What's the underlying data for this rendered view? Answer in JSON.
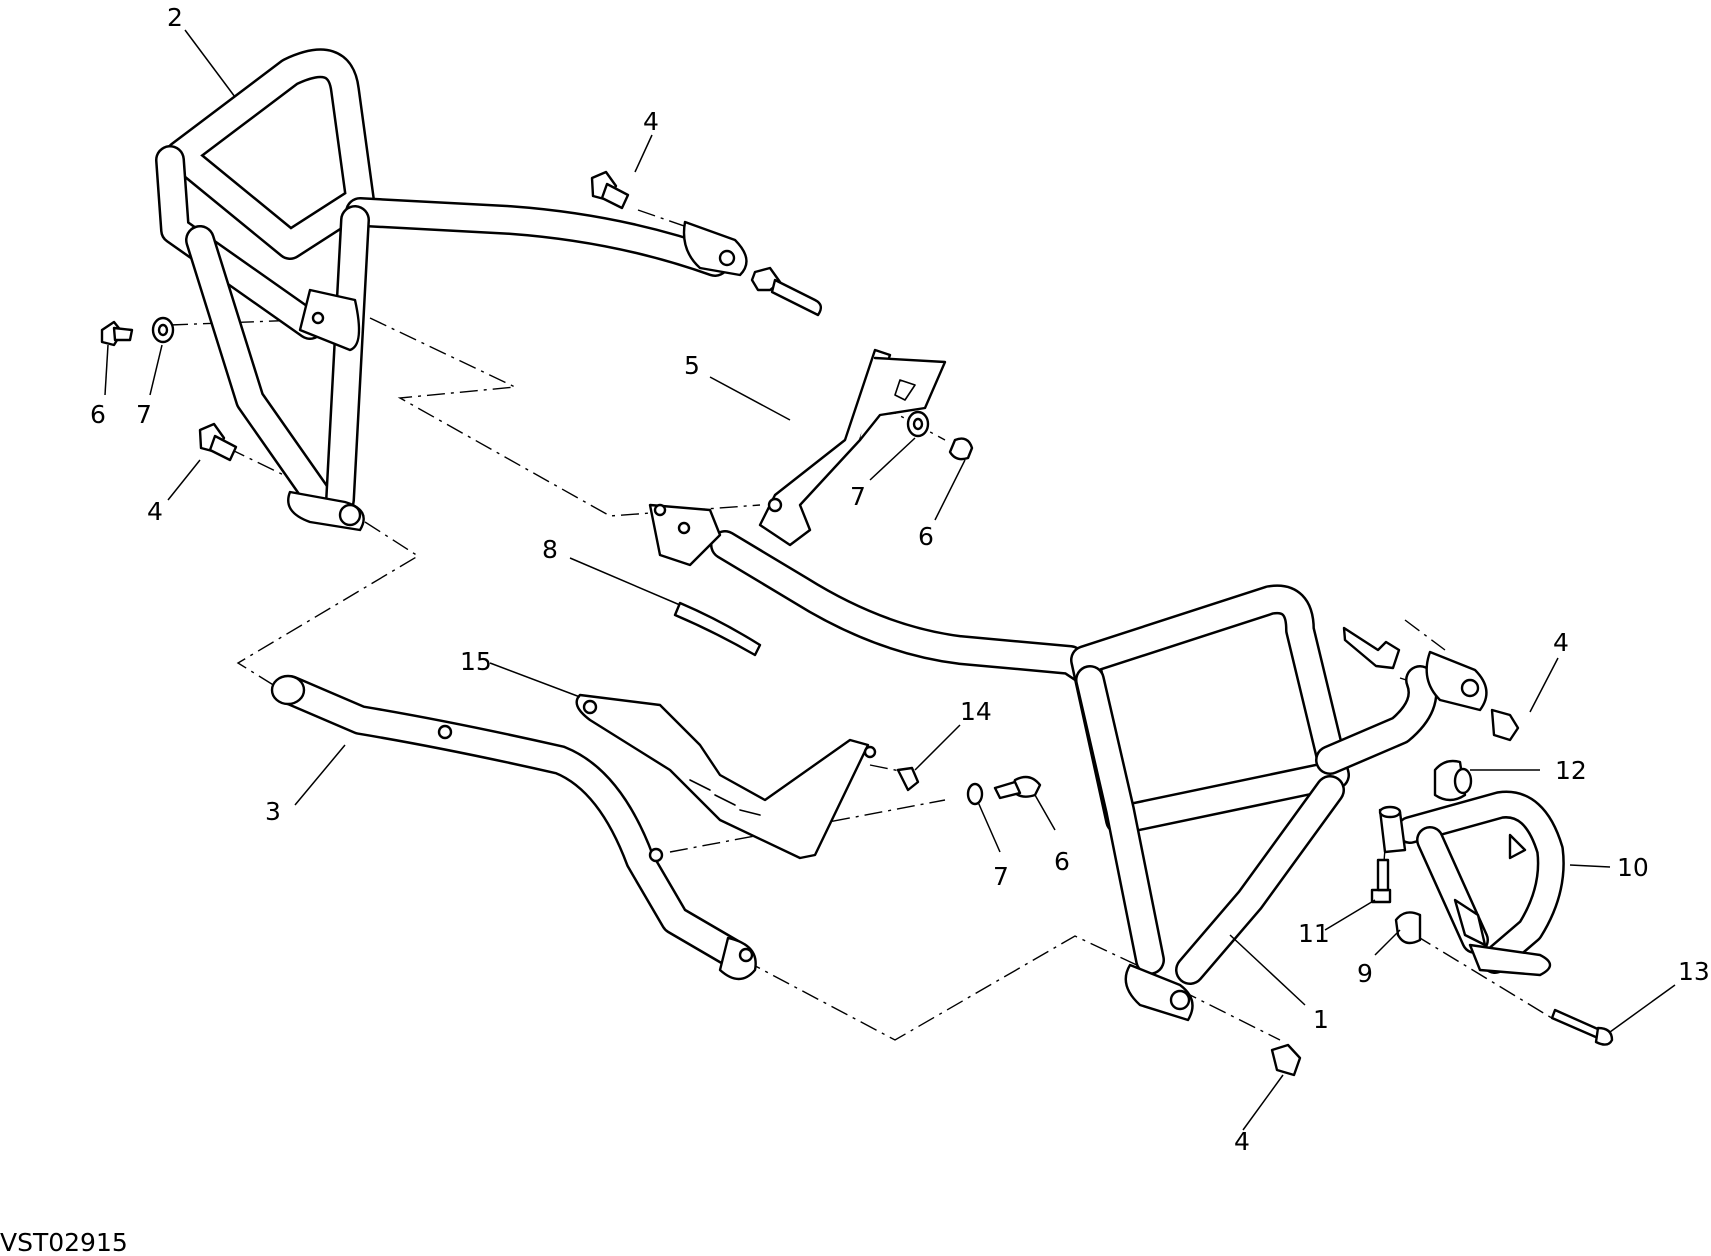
{
  "diagram_code": "VST02915",
  "labels": [
    {
      "text": "2"
    },
    {
      "text": "4"
    },
    {
      "text": "6"
    },
    {
      "text": "7"
    },
    {
      "text": "4"
    },
    {
      "text": "5"
    },
    {
      "text": "7"
    },
    {
      "text": "6"
    },
    {
      "text": "8"
    },
    {
      "text": "15"
    },
    {
      "text": "3"
    },
    {
      "text": "14"
    },
    {
      "text": "7"
    },
    {
      "text": "6"
    },
    {
      "text": "4"
    },
    {
      "text": "12"
    },
    {
      "text": "10"
    },
    {
      "text": "11"
    },
    {
      "text": "9"
    },
    {
      "text": "1"
    },
    {
      "text": "13"
    },
    {
      "text": "4"
    }
  ]
}
